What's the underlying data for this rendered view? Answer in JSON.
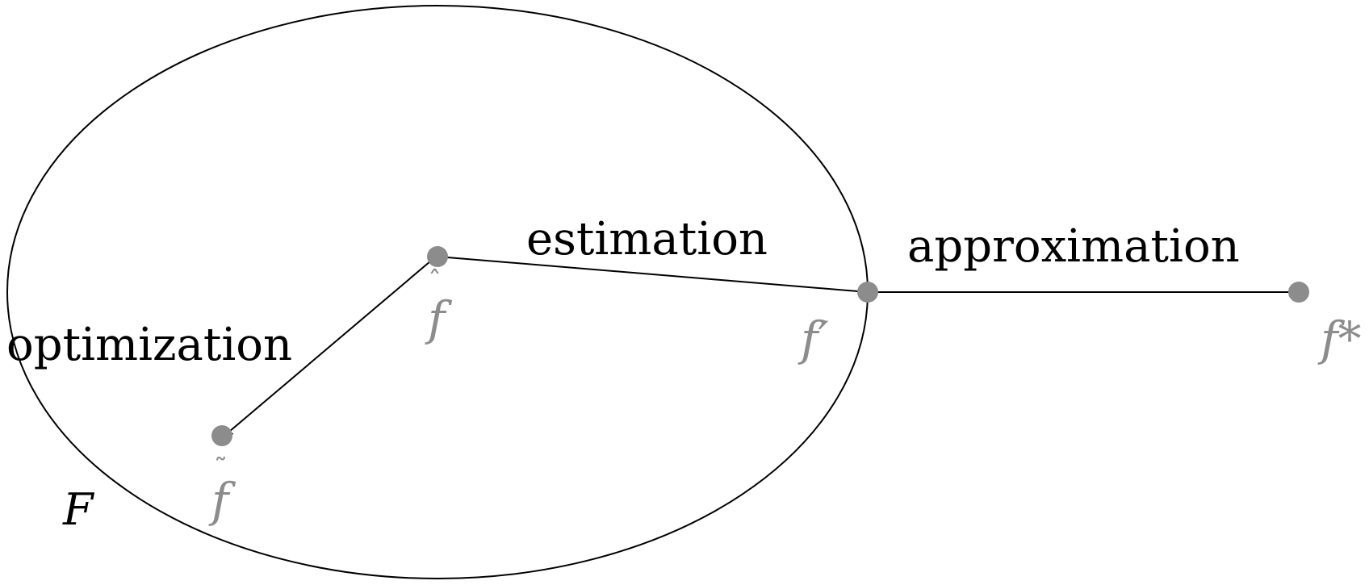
{
  "diagram": {
    "set_label": "F",
    "points": {
      "f_tilde": "f",
      "f_hat": "f",
      "f_prime": "f′",
      "f_star": "f*"
    },
    "edges": {
      "optimization": "optimization",
      "estimation": "estimation",
      "approximation": "approximation"
    },
    "colors": {
      "point": "#8c8c8c",
      "point_label": "#8c8c8c",
      "line": "#000000"
    }
  }
}
